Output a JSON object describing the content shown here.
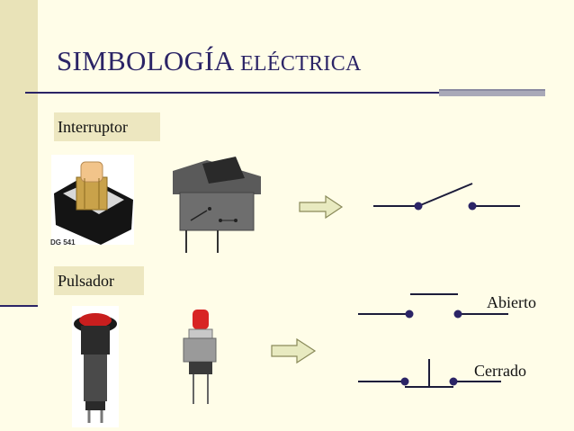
{
  "title": {
    "main": "SIMBOLOGÍA",
    "secondary": "ELÉCTRICA"
  },
  "sections": {
    "interruptor": "Interruptor",
    "pulsador": "Pulsador"
  },
  "states": {
    "open": "Abierto",
    "closed": "Cerrado"
  },
  "photo_caption": "DG 541"
}
